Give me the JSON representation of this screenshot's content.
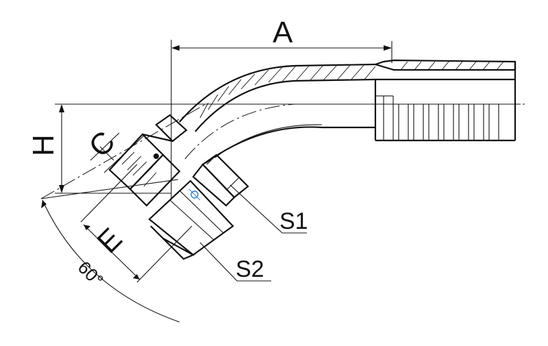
{
  "drawing": {
    "dimensions": {
      "A": "A",
      "H": "H",
      "C": "C",
      "E": "E",
      "angle": "60°"
    },
    "callouts": {
      "S1": "S1",
      "S2": "S2"
    },
    "colors": {
      "line": "#111111",
      "background": "#ffffff",
      "accent": "#2a7fd4"
    }
  }
}
